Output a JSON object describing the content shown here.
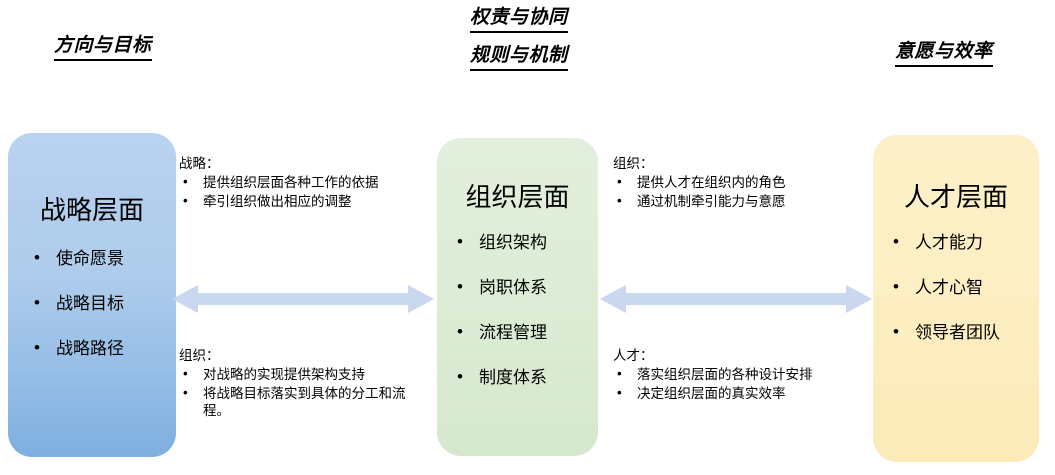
{
  "headings": {
    "left": "方向与目标",
    "middle_line1": "权责与协同",
    "middle_line2": "规则与机制",
    "right": "意愿与效率"
  },
  "pillars": [
    {
      "id": "strategy",
      "title": "战略层面",
      "color": "#aeccec",
      "items": [
        "使命愿景",
        "战略目标",
        "战略路径"
      ]
    },
    {
      "id": "organization",
      "title": "组织层面",
      "color": "#dcecd5",
      "items": [
        "组织架构",
        "岗职体系",
        "流程管理",
        "制度体系"
      ]
    },
    {
      "id": "talent",
      "title": "人才层面",
      "color": "#fdeec2",
      "items": [
        "人才能力",
        "人才心智",
        "领导者团队"
      ]
    }
  ],
  "notes": [
    {
      "id": "strategy-top",
      "title": "战略：",
      "items": [
        "提供组织层面各种工作的依据",
        "牵引组织做出相应的调整"
      ]
    },
    {
      "id": "org-bottom",
      "title": "组织：",
      "items": [
        "对战略的实现提供架构支持",
        "将战略目标落实到具体的分工和流程。"
      ]
    },
    {
      "id": "org-top",
      "title": "组织：",
      "items": [
        "提供人才在组织内的角色",
        "通过机制牵引能力与意愿"
      ]
    },
    {
      "id": "talent-bottom",
      "title": "人才：",
      "items": [
        "落实组织层面的各种设计安排",
        "决定组织层面的真实效率"
      ]
    }
  ],
  "arrows": {
    "color": "#c9d7ef",
    "left_label": "strategy-organization-bidirectional",
    "right_label": "organization-talent-bidirectional"
  }
}
